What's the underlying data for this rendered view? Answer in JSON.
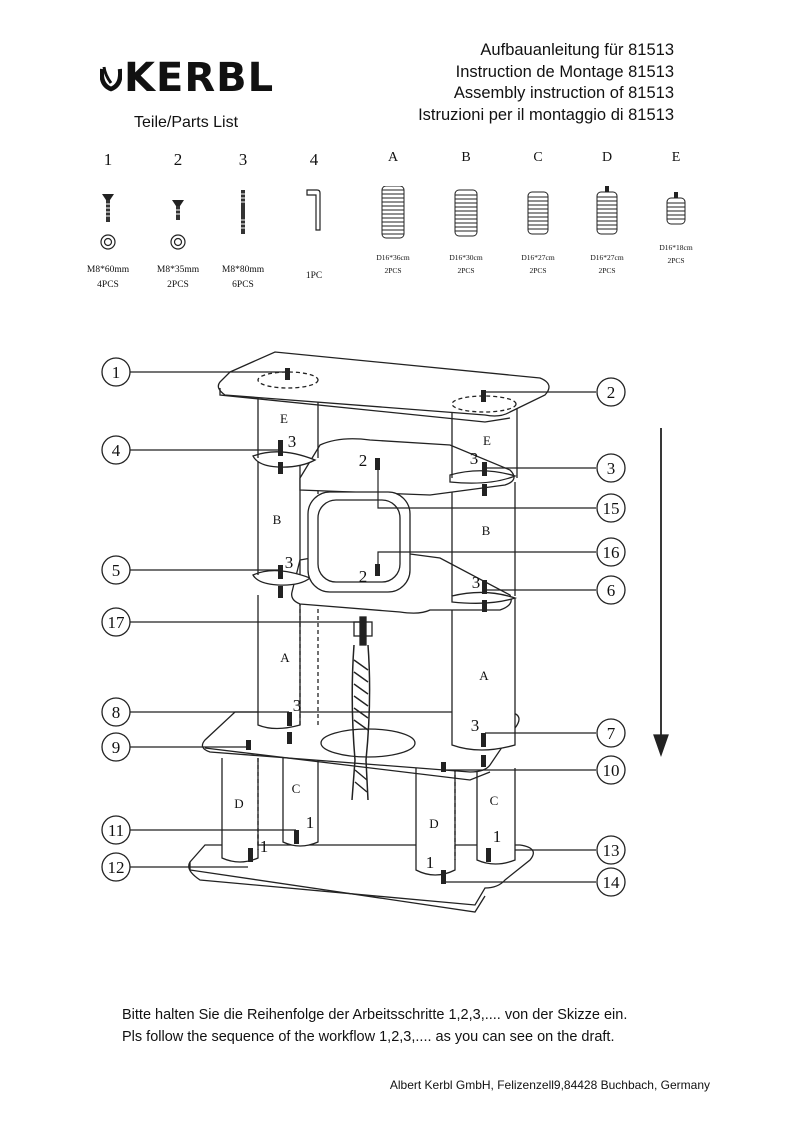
{
  "brand": {
    "logo_text": "KERBL"
  },
  "header": {
    "titles": [
      "Aufbauanleitung für  81513",
      "Instruction de Montage  81513",
      "Assembly instruction of  81513",
      "Istruzioni per il montaggio di  81513"
    ]
  },
  "parts_list": {
    "title": "Teile/Parts List",
    "items": [
      {
        "label": "1",
        "spec": "M8*60mm",
        "qty": "4PCS"
      },
      {
        "label": "2",
        "spec": "M8*35mm",
        "qty": "2PCS"
      },
      {
        "label": "3",
        "spec": "M8*80mm",
        "qty": "6PCS"
      },
      {
        "label": "4",
        "spec": "",
        "qty": "1PC"
      },
      {
        "label": "A",
        "spec": "D16*36cm",
        "qty": "2PCS"
      },
      {
        "label": "B",
        "spec": "D16*30cm",
        "qty": "2PCS"
      },
      {
        "label": "C",
        "spec": "D16*27cm",
        "qty": "2PCS"
      },
      {
        "label": "D",
        "spec": "D16*27cm",
        "qty": "2PCS"
      },
      {
        "label": "E",
        "spec": "D16*18cm",
        "qty": "2PCS"
      }
    ]
  },
  "diagram": {
    "callouts": [
      "1",
      "2",
      "3",
      "4",
      "5",
      "6",
      "7",
      "8",
      "9",
      "10",
      "11",
      "12",
      "13",
      "14",
      "15",
      "16",
      "17"
    ],
    "post_labels": {
      "E": "E",
      "B": "B",
      "A": "A",
      "C": "C",
      "D": "D"
    },
    "step_labels": {
      "one": "1",
      "two": "2",
      "three": "3"
    }
  },
  "footer": {
    "line_de": "Bitte halten Sie die Reihenfolge der Arbeitsschritte 1,2,3,.... von der Skizze ein.",
    "line_en": "Pls follow the sequence of the workflow 1,2,3,.... as you can see on the draft."
  },
  "company": "Albert Kerbl GmbH, Felizenzell9,84428 Buchbach, Germany"
}
